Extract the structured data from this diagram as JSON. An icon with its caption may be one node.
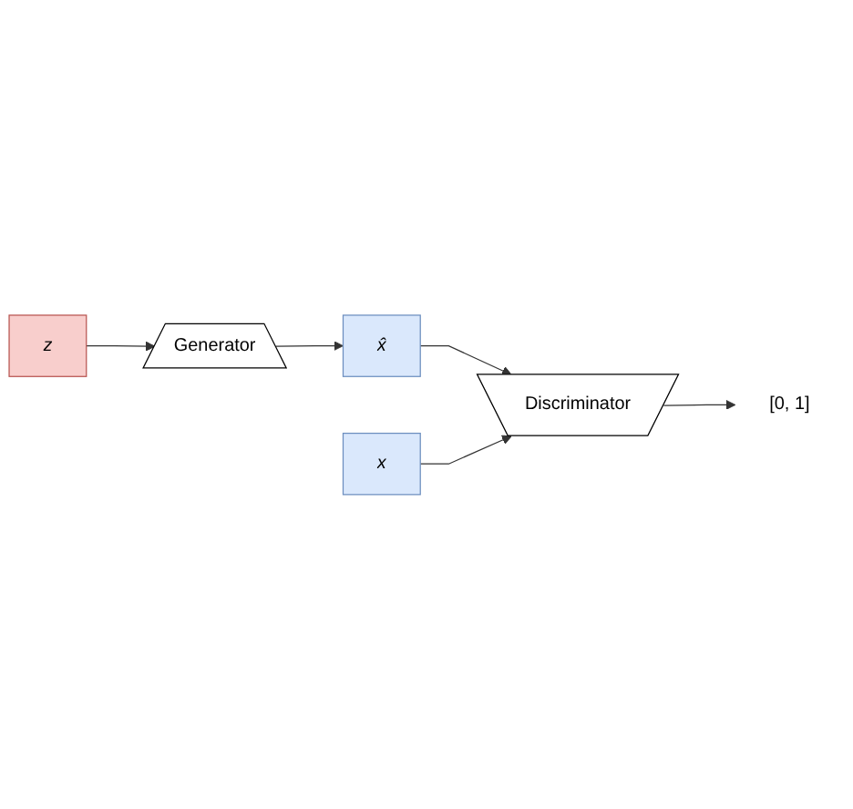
{
  "diagram": {
    "nodes": [
      {
        "text": [
          "z"
        ]
      },
      {
        "text": [
          "Generator"
        ]
      },
      {
        "text": [
          "x̂"
        ]
      },
      {
        "text": [
          "x"
        ]
      },
      {
        "text": [
          "Discriminator"
        ]
      },
      {
        "text": [
          "[0, 1]"
        ]
      }
    ],
    "edges": [
      {
        "from": 0,
        "to": 1,
        "arrow": "to"
      },
      {
        "from": 1,
        "to": 2,
        "arrow": "to"
      },
      {
        "from": 2,
        "to": 4,
        "arrow": "to"
      },
      {
        "from": 3,
        "to": 4,
        "arrow": "to"
      },
      {
        "from": 4,
        "to": 5,
        "arrow": "to"
      }
    ]
  }
}
